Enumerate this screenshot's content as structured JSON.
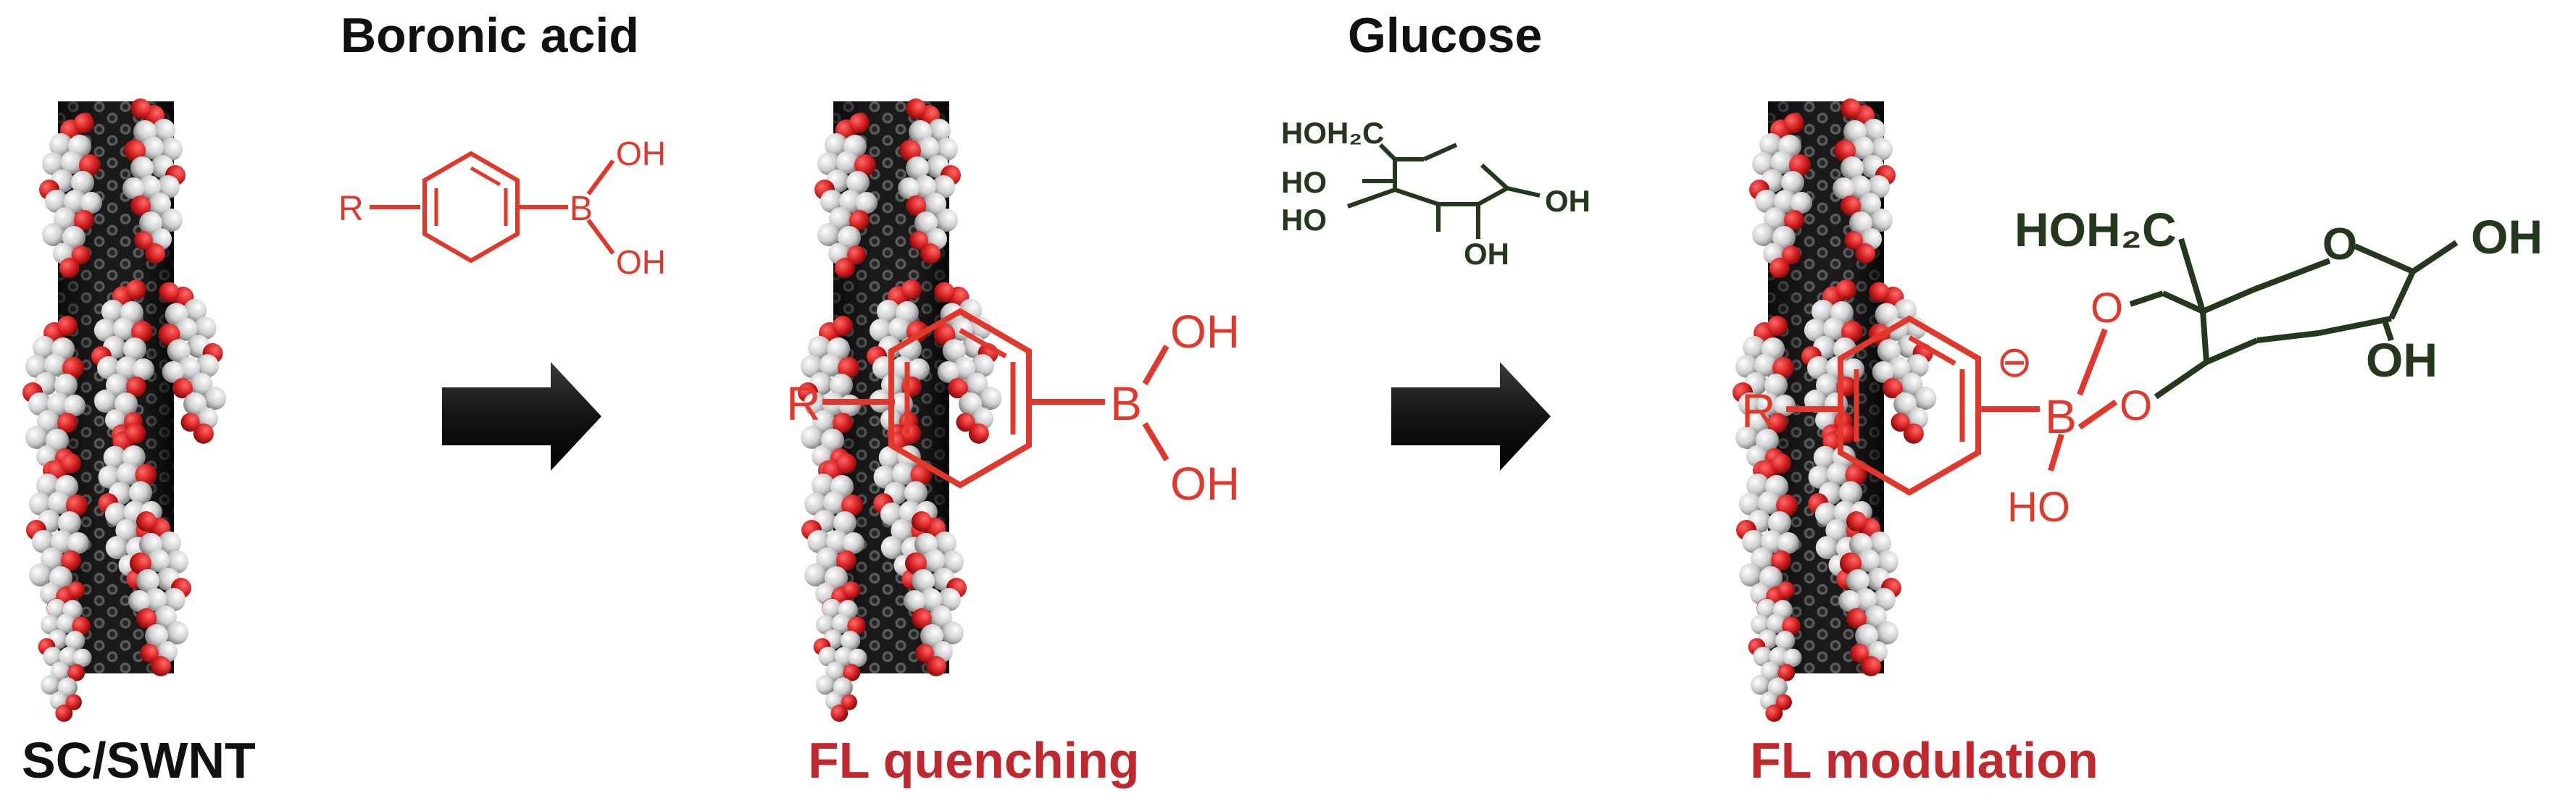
{
  "labels": {
    "step1_reagent": "Boronic acid",
    "step2_reagent": "Glucose",
    "panel1_caption": "SC/SWNT",
    "panel2_caption": "FL quenching",
    "panel3_caption": "FL modulation"
  },
  "boronic_acid_structure": {
    "r_group": "R",
    "boron": "B",
    "hydroxyl_top": "OH",
    "hydroxyl_bottom": "OH"
  },
  "panel2_structure": {
    "r_group": "R",
    "boron": "B",
    "hydroxyl_top": "OH",
    "hydroxyl_bottom": "OH"
  },
  "glucose_structure": {
    "ch2oh": "HOH₂C",
    "ho_upper": "HO",
    "ho_lower": "HO",
    "oh_right": "OH",
    "oh_bottom": "OH"
  },
  "panel3_structure": {
    "r_group": "R",
    "boron": "B",
    "charge": "⊖",
    "hydroxyl": "HO",
    "ester_o_upper": "O",
    "ester_o_lower": "O",
    "ch2oh": "HOH₂C",
    "ring_o": "O",
    "oh_right": "OH",
    "oh_lower": "OH"
  },
  "colors": {
    "title_text": "#111111",
    "caption_red": "#c0282d",
    "boronic_red": "#e2382b",
    "glucose_green": "#23381d",
    "nanotube": "#1a1a1a",
    "arrow": "#141414",
    "sc_white": "#e4e4e4",
    "sc_red": "#c41c1c"
  }
}
